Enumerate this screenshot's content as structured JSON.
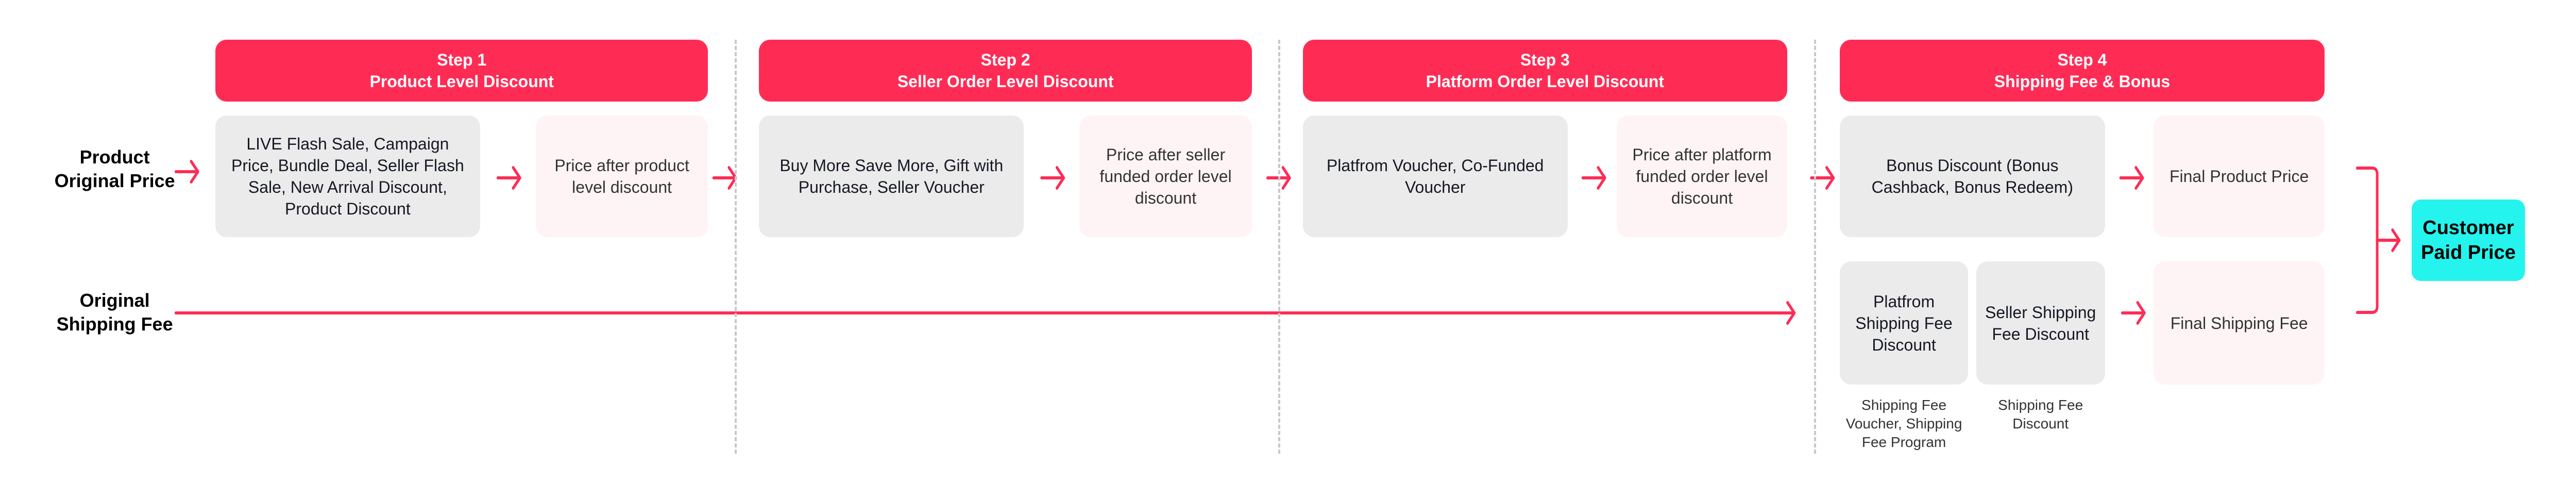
{
  "colors": {
    "accent": "#fe2c55",
    "result": "#25f4ee",
    "action_box": "#ebebeb",
    "result_box": "#fff4f5"
  },
  "row_labels": {
    "product": "Product Original Price",
    "shipping": "Original Shipping Fee"
  },
  "steps": [
    {
      "step": "Step 1",
      "title": "Product Level Discount",
      "action": "LIVE Flash Sale, Campaign Price, Bundle Deal, Seller Flash Sale, New Arrival Discount, Product Discount",
      "result": "Price after product level discount"
    },
    {
      "step": "Step 2",
      "title": "Seller Order Level Discount",
      "action": "Buy More Save More, Gift with Purchase, Seller Voucher",
      "result": "Price after seller funded order level discount"
    },
    {
      "step": "Step 3",
      "title": "Platform Order Level Discount",
      "action": "Platfrom Voucher, Co-Funded Voucher",
      "result": "Price after platform funded order level discount"
    },
    {
      "step": "Step 4",
      "title": "Shipping Fee & Bonus",
      "action": "Bonus Discount (Bonus Cashback, Bonus Redeem)",
      "result": "Final Product Price"
    }
  ],
  "shipping": {
    "platform": "Platfrom Shipping Fee Discount",
    "platform_caption": "Shipping Fee Voucher, Shipping Fee Program",
    "seller": "Seller Shipping Fee Discount",
    "seller_caption": "Shipping Fee Discount",
    "result": "Final Shipping Fee"
  },
  "final": "Customer Paid Price"
}
